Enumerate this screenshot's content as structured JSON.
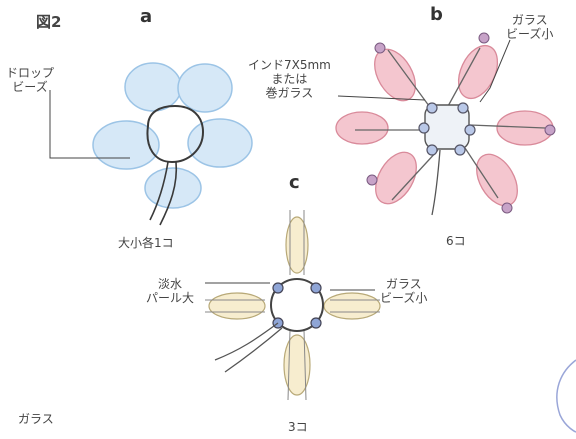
{
  "figure": {
    "title": "図2"
  },
  "panel_a": {
    "letter": "a",
    "label_drop": "ドロップ\nビーズ",
    "label_count": "大小各1コ"
  },
  "panel_b": {
    "letter": "b",
    "label_indo": "インド7X5mm\nまたは\n巻ガラス",
    "label_glass": "ガラス\nビーズ小",
    "label_count": "6コ"
  },
  "panel_c": {
    "letter": "c",
    "label_pearl": "淡水\nパール大",
    "label_glass": "ガラス\nビーズ小",
    "label_count": "3コ"
  },
  "bottom_left": {
    "label": "ガラス"
  }
}
